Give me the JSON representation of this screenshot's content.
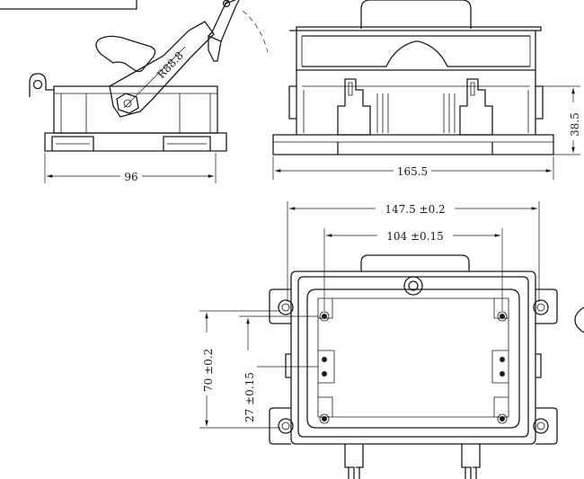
{
  "drawing": {
    "side_view": {
      "width_label": "96",
      "radius_label": "R88.8"
    },
    "front_view": {
      "width_label": "165.5",
      "height_label": "38.5"
    },
    "top_view": {
      "outer_span_label": "147.5 ±0.2",
      "inner_span_label": "104 ±0.15",
      "outer_height_label": "70 ±0.2",
      "inner_height_label": "27 ±0.15"
    }
  }
}
